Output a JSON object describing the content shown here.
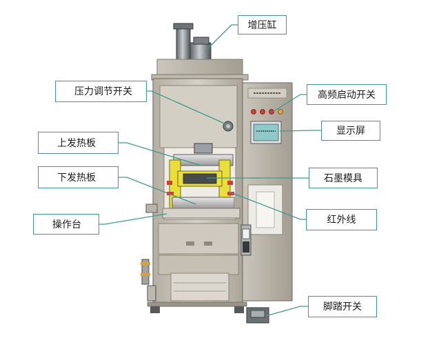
{
  "callouts": {
    "booster_cylinder": "增压缸",
    "pressure_switch": "压力调节开关",
    "hf_start_switch": "高频启动开关",
    "display_screen": "显示屏",
    "upper_hot_plate": "上发热板",
    "lower_hot_plate": "下发热板",
    "graphite_mold": "石墨模具",
    "operating_bench": "操作台",
    "infrared_line": "红外线",
    "foot_switch": "脚踏开关"
  },
  "colors": {
    "leader": "#3f9a8a",
    "frame": "#c9c3b8",
    "frame_edge": "#7c776e",
    "mold": "#e8df3a",
    "infrared": "#d93a2b",
    "screen": "#8fc9c9"
  }
}
